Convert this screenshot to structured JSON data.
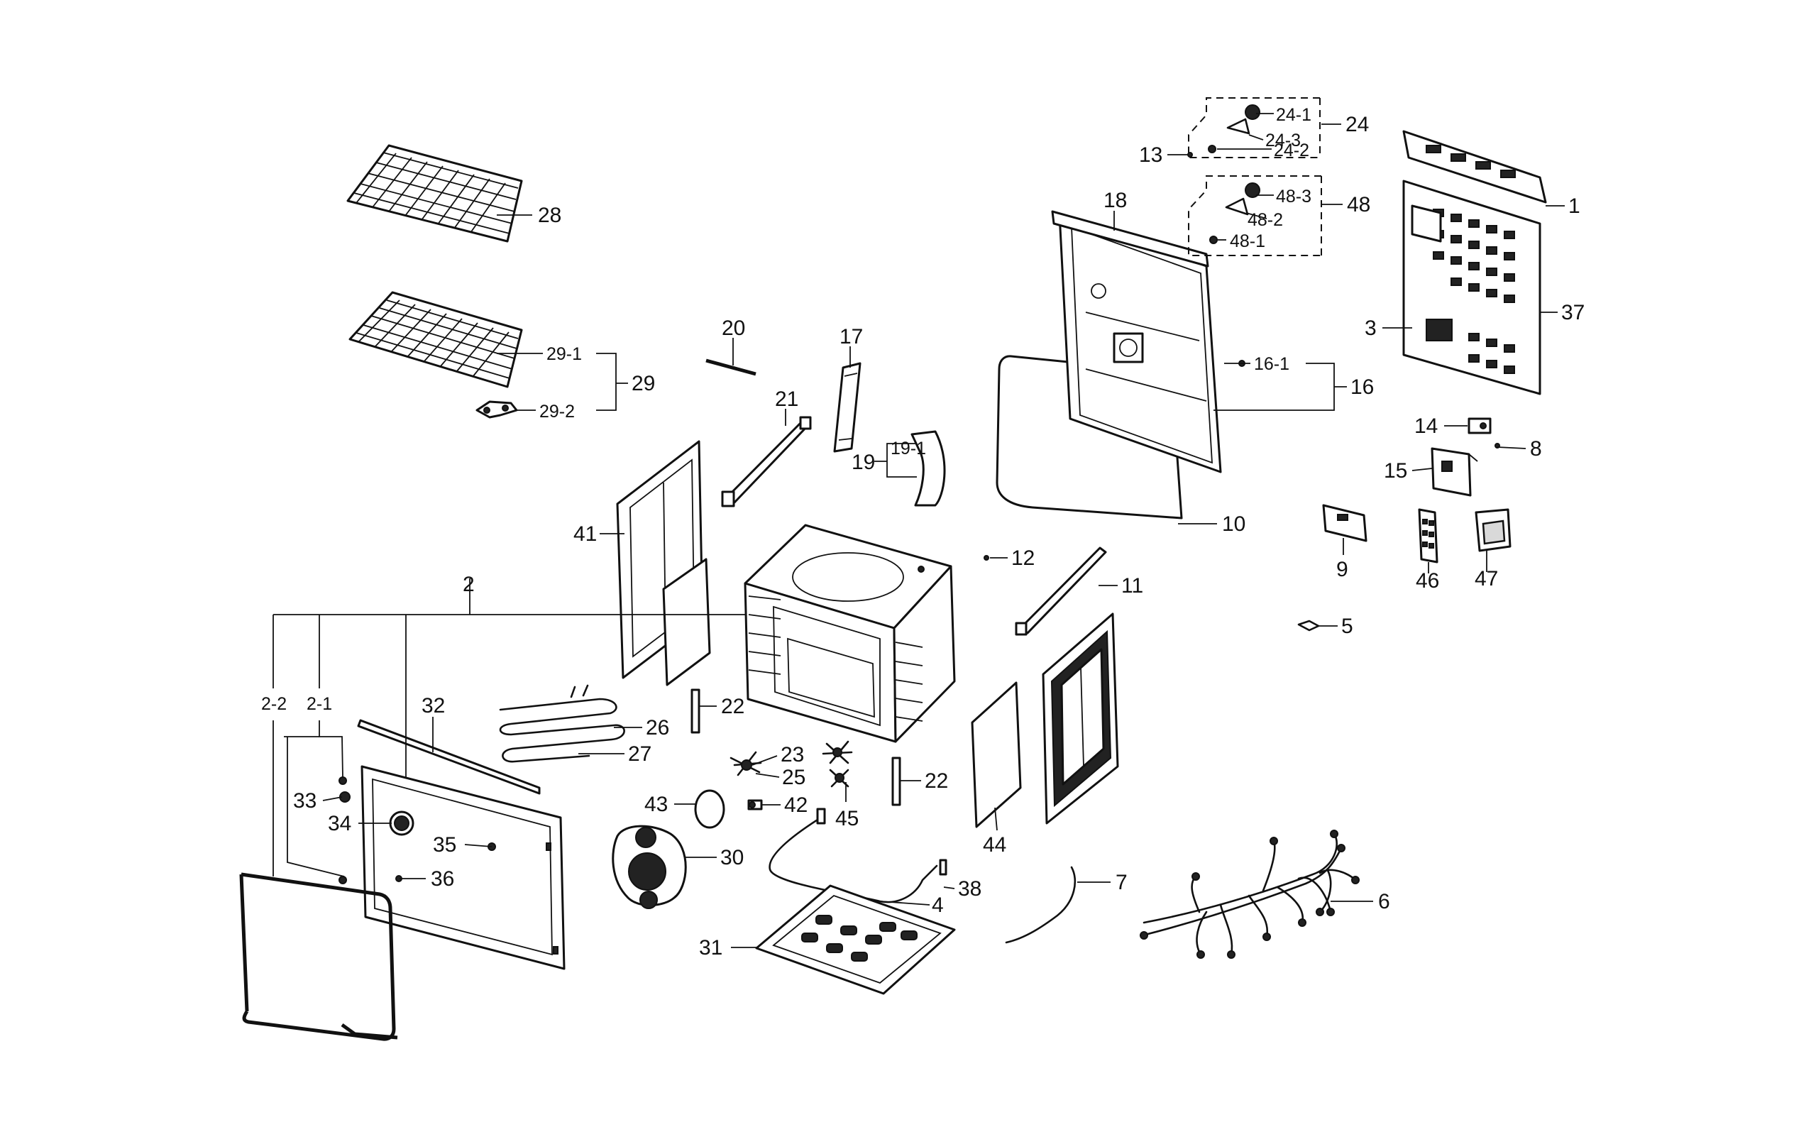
{
  "labels": {
    "p1": "1",
    "p2": "2",
    "p2_1": "2-1",
    "p2_2": "2-2",
    "p3": "3",
    "p4": "4",
    "p5": "5",
    "p6": "6",
    "p7": "7",
    "p8": "8",
    "p9": "9",
    "p10": "10",
    "p11": "11",
    "p12": "12",
    "p13": "13",
    "p14": "14",
    "p15": "15",
    "p16": "16",
    "p16_1": "16-1",
    "p17": "17",
    "p18": "18",
    "p19": "19",
    "p19_1": "19-1",
    "p20": "20",
    "p21": "21",
    "p22a": "22",
    "p22b": "22",
    "p23": "23",
    "p24": "24",
    "p24_1": "24-1",
    "p24_2": "24-2",
    "p24_3": "24-3",
    "p25": "25",
    "p26": "26",
    "p27": "27",
    "p28": "28",
    "p29": "29",
    "p29_1": "29-1",
    "p29_2": "29-2",
    "p30": "30",
    "p31": "31",
    "p32": "32",
    "p33": "33",
    "p34": "34",
    "p35": "35",
    "p36": "36",
    "p37": "37",
    "p38": "38",
    "p41": "41",
    "p42": "42",
    "p43": "43",
    "p44": "44",
    "p45": "45",
    "p46": "46",
    "p47": "47",
    "p48": "48",
    "p48_1": "48-1",
    "p48_2": "48-2",
    "p48_3": "48-3"
  },
  "colors": {
    "ink": "#111111",
    "background": "#ffffff",
    "fill": "#d9d9d9"
  }
}
